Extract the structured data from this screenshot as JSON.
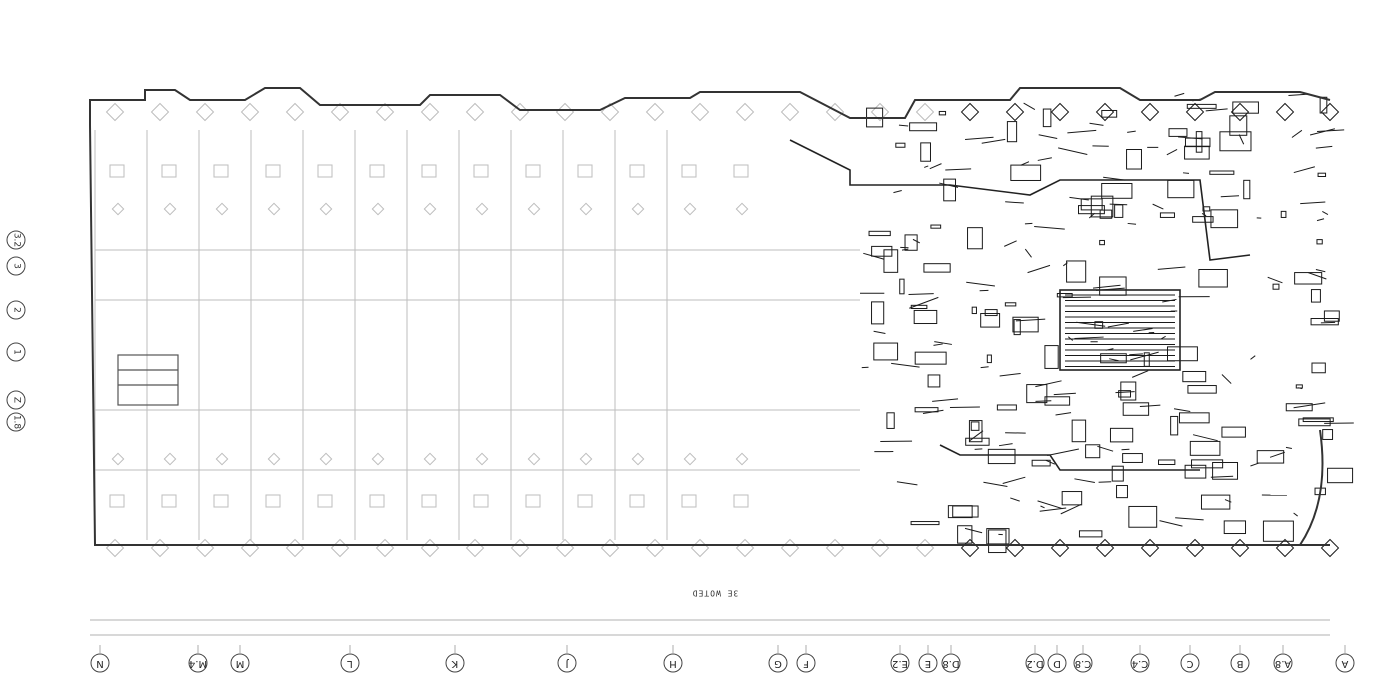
{
  "column_grid": {
    "labels": [
      "N",
      "M.4",
      "M",
      "L",
      "K",
      "J",
      "H",
      "G",
      "F",
      "E.2",
      "E",
      "D.8",
      "D.2",
      "D",
      "C.8",
      "C.4",
      "C",
      "B",
      "A.8",
      "A"
    ]
  },
  "row_grid": {
    "labels": [
      "3.2",
      "3",
      "2",
      "1",
      "Z",
      "1.8"
    ]
  },
  "annotations": {
    "note": "3E WOTED"
  },
  "colors": {
    "ink": "#1a1a1a",
    "faint": "#b8b8b8",
    "paper": "#ffffff"
  }
}
